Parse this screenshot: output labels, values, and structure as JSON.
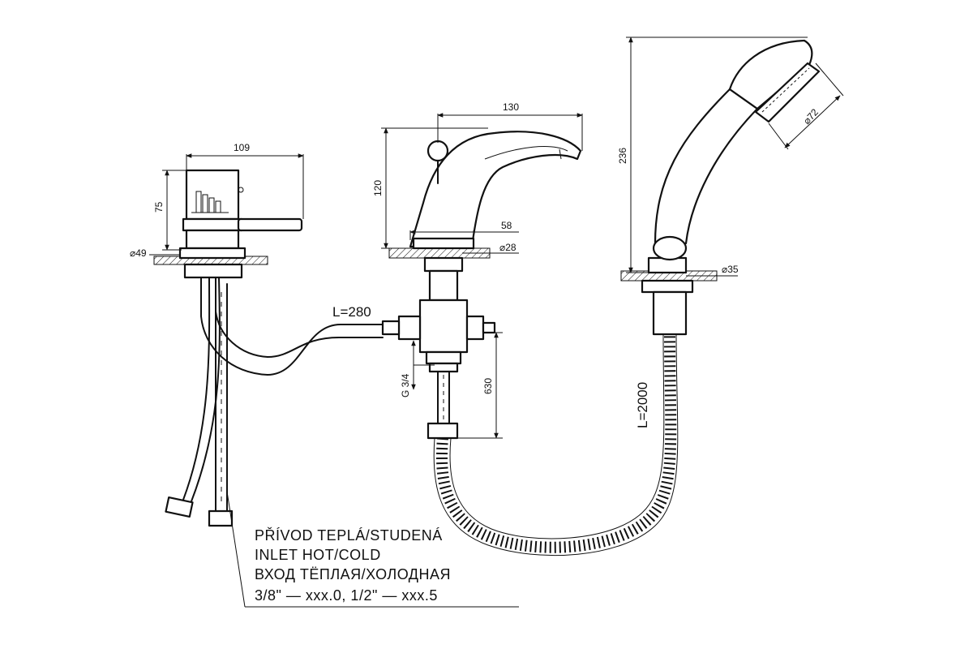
{
  "dimensions": {
    "mixer_width": "109",
    "mixer_height": "75",
    "mixer_base_diameter": "⌀49",
    "spout_width": "130",
    "spout_height": "120",
    "spout_base_width": "58",
    "spout_base_diameter": "⌀28",
    "shower_height": "236",
    "shower_head_diameter": "⌀72",
    "shower_base_diameter": "⌀35",
    "connector_length": "630",
    "thread_size": "G 3/4"
  },
  "labels": {
    "pipe_length": "L=280",
    "hose_length": "L=2000"
  },
  "note": {
    "line1": "PŘÍVOD TEPLÁ/STUDENÁ",
    "line2": "INLET HOT/COLD",
    "line3": "ВХОД ТЁПЛАЯ/ХОЛОДНАЯ",
    "line4": "3/8\" — xxx.0, 1/2\" — xxx.5"
  }
}
